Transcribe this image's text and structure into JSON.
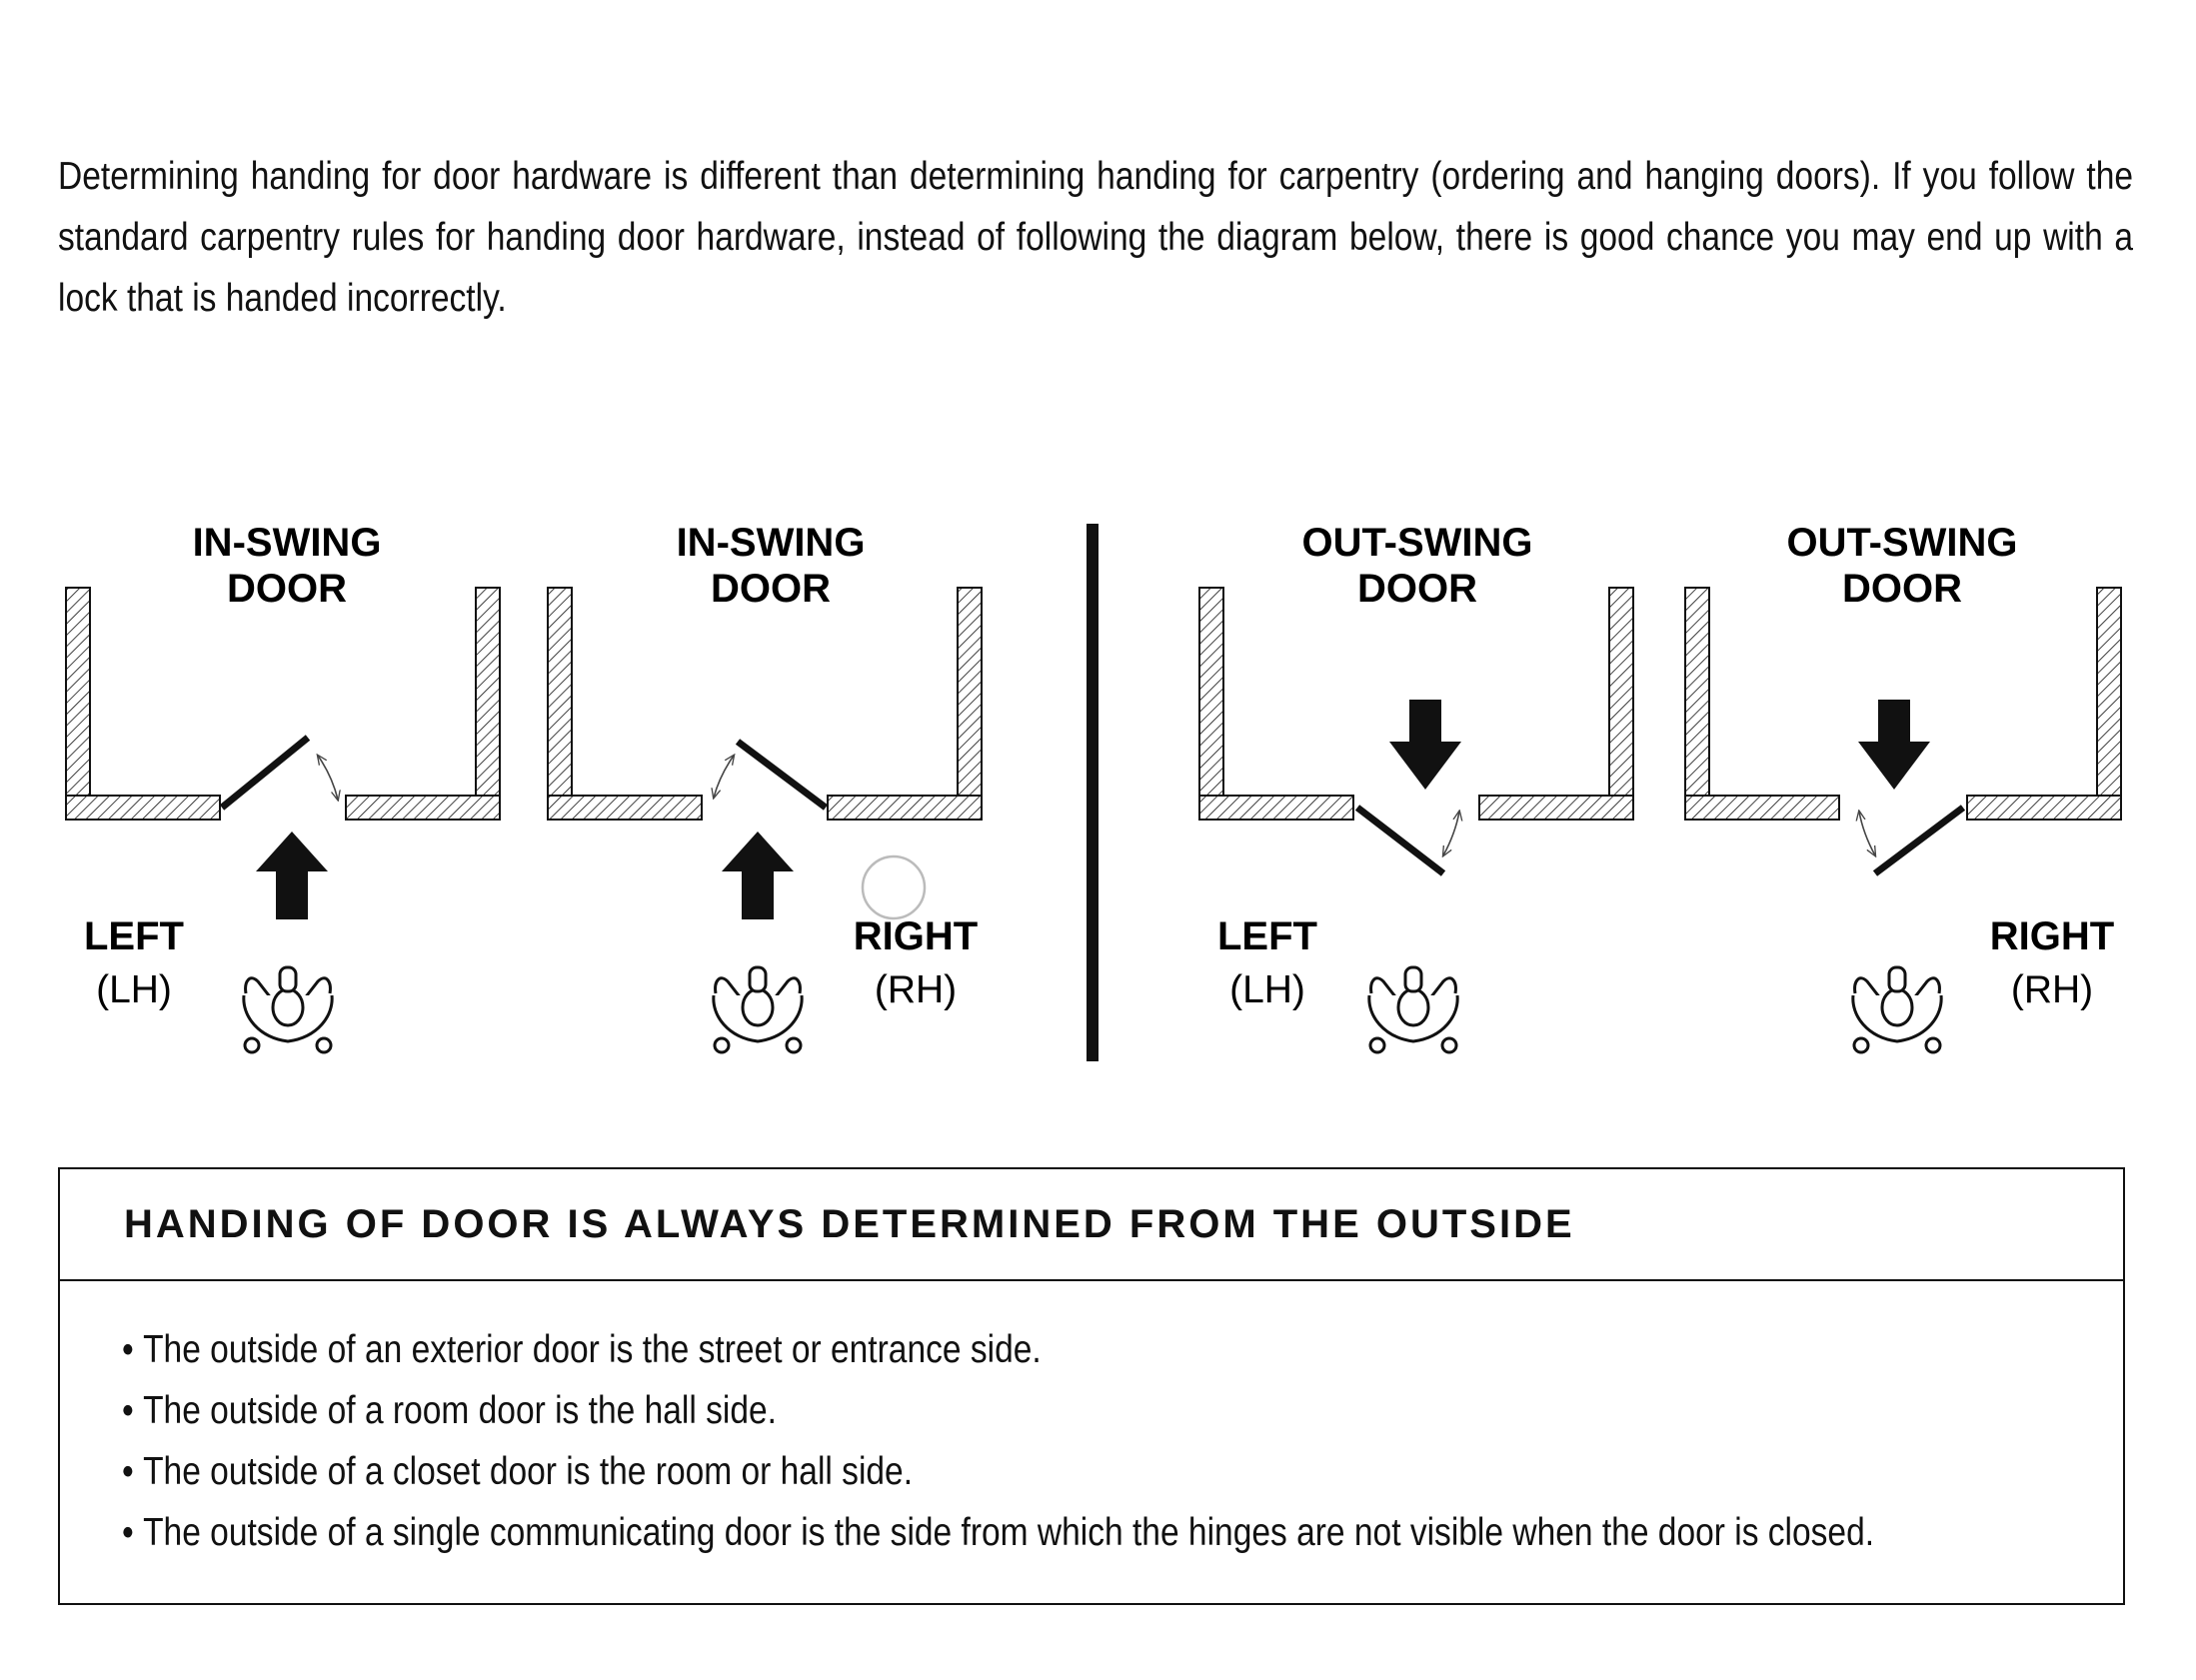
{
  "intro": {
    "text": "Determining handing for door hardware is different than determining handing for carpentry (ordering and hanging doors). If you follow the standard carpentry rules for handing door hardware, instead of following the diagram below, there is good chance you may end up with a lock that is handed incorrectly."
  },
  "diagrams": [
    {
      "title_line1": "IN-SWING",
      "title_line2": "DOOR",
      "hand": "LEFT",
      "abbr": "(LH)"
    },
    {
      "title_line1": "IN-SWING",
      "title_line2": "DOOR",
      "hand": "RIGHT",
      "abbr": "(RH)"
    },
    {
      "title_line1": "OUT-SWING",
      "title_line2": "DOOR",
      "hand": "LEFT",
      "abbr": "(LH)"
    },
    {
      "title_line1": "OUT-SWING",
      "title_line2": "DOOR",
      "hand": "RIGHT",
      "abbr": "(RH)"
    }
  ],
  "rules": {
    "header": "HANDING OF DOOR IS ALWAYS DETERMINED FROM THE OUTSIDE",
    "items": [
      "The outside of an exterior door is the street or entrance side.",
      "The outside of a room door is the hall side.",
      "The outside of a closet door is the room or hall side.",
      "The outside of a single communicating door is the side from which the hinges are not visible when the door is closed."
    ]
  },
  "colors": {
    "ink": "#111111",
    "background": "#ffffff"
  }
}
